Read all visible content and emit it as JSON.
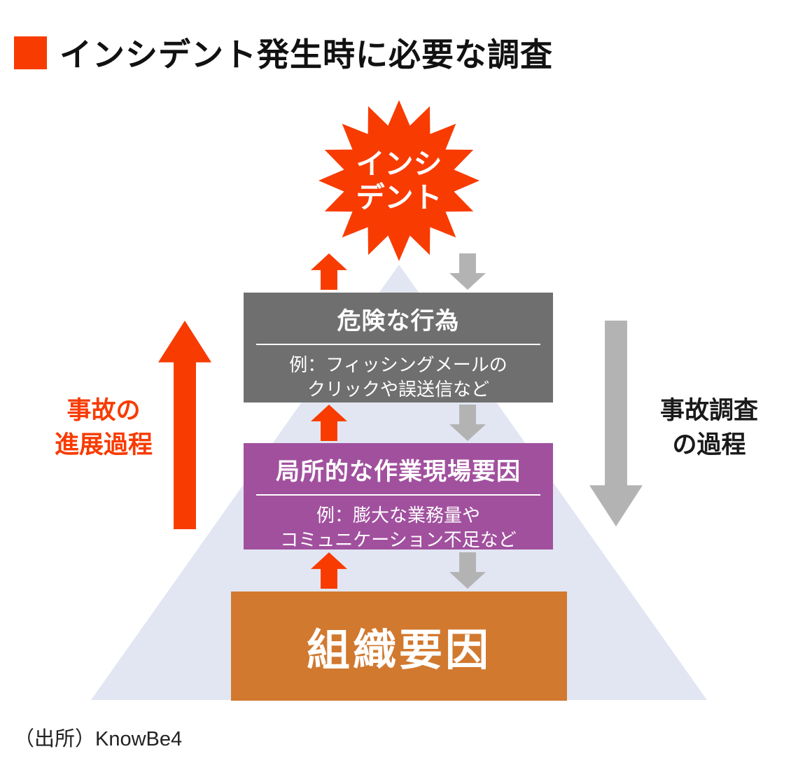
{
  "colors": {
    "accent_red": "#f83b00",
    "triangle_fill": "#e2e6f3",
    "gray_box": "#6f6f6f",
    "purple_box": "#a1509e",
    "orange_box": "#d1792f",
    "gray_arrow": "#b3b3b3"
  },
  "header": {
    "title": "インシデント発生時に必要な調査"
  },
  "diagram": {
    "incident_burst": {
      "line1": "インシ",
      "line2": "デント"
    },
    "left_flow_label": {
      "line1": "事故の",
      "line2": "進展過程"
    },
    "right_flow_label": {
      "line1": "事故調査",
      "line2": "の過程"
    },
    "levels": [
      {
        "title": "危険な行為",
        "example_line1": "例：フィッシングメールの",
        "example_line2": "クリックや誤送信など"
      },
      {
        "title": "局所的な作業現場要因",
        "example_line1": "例：膨大な業務量や",
        "example_line2": "コミュニケーション不足など"
      },
      {
        "title": "組織要因"
      }
    ]
  },
  "footer": {
    "source": "（出所）KnowBe4"
  }
}
